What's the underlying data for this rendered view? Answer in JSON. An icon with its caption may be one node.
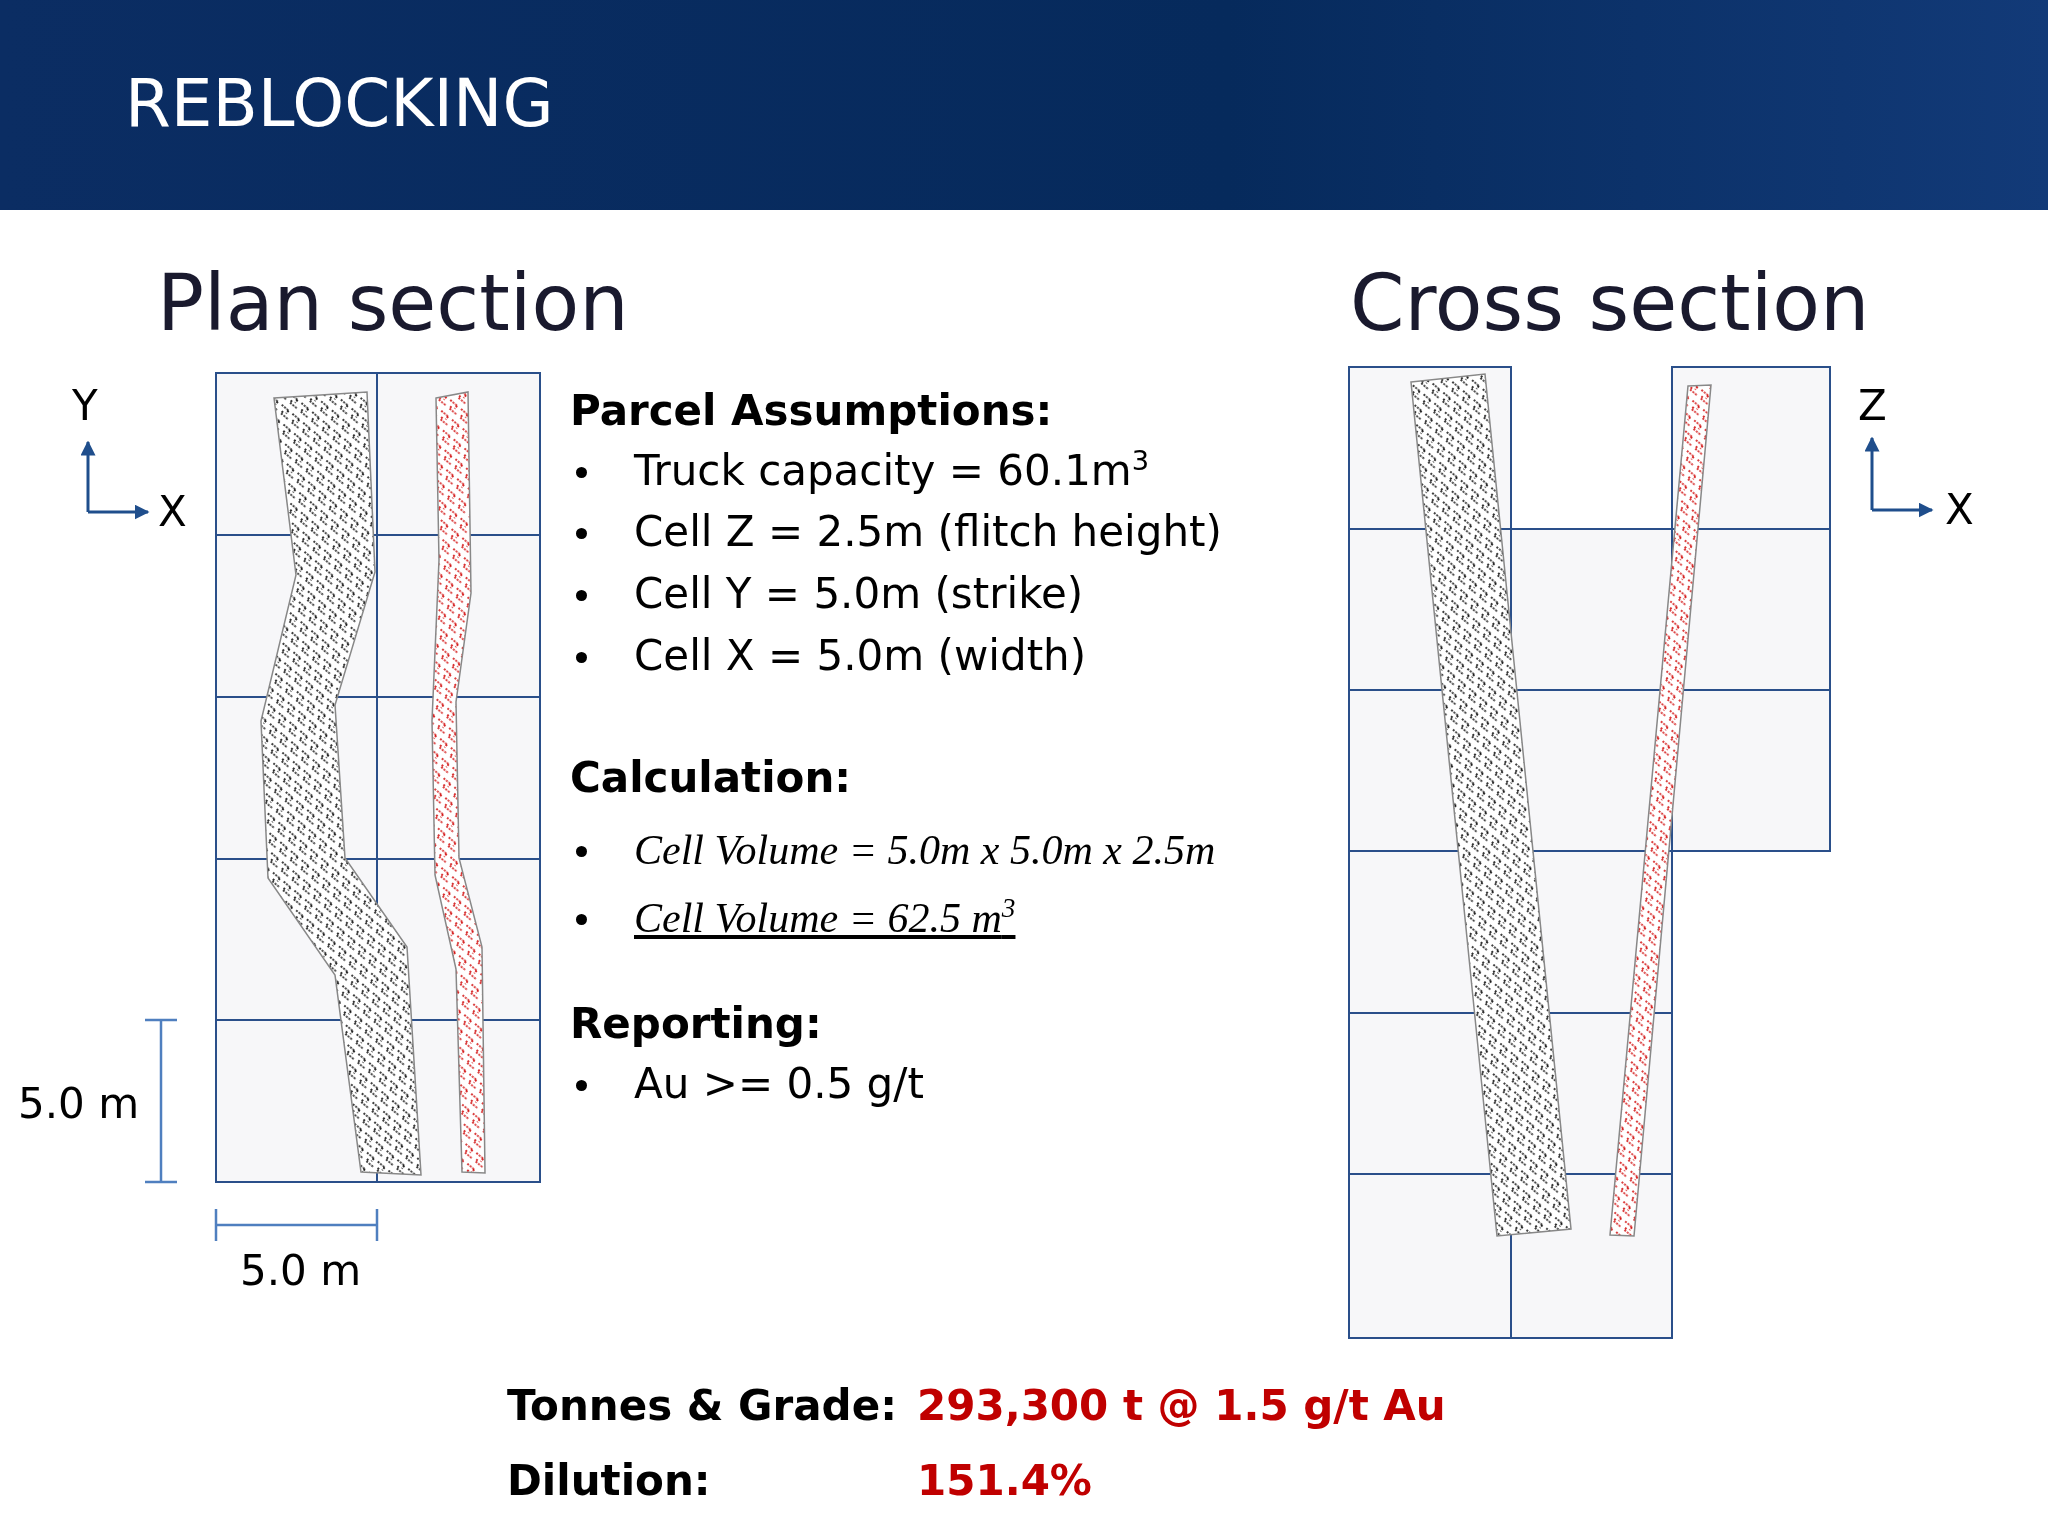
{
  "diagram": {
    "title": "REBLOCKING",
    "labels": [
      "Plan section",
      "Cross section",
      "Y",
      "X",
      "5.0 m",
      "5.0 m",
      "Parcel Assumptions:",
      "Truck capacity = 60.1m$^{3}$",
      "Cell Z = 2.5m (flitch height)",
      "Cell Y = 5.0m (strike)",
      "Cell X = 5.0m (width)",
      "Calculation:",
      "Cell Volume = 5.0m x 5.0m x 2.5m",
      "Cell Volume = 62.5 m$^{3}$",
      "Reporting:",
      "Au >= 0.5 g/t",
      "Z",
      "X",
      "Tonnes & Grade:",
      "293,300 t @ 1.5 g/t Au",
      "Dilution:",
      "151.4%"
    ]
  }
}
